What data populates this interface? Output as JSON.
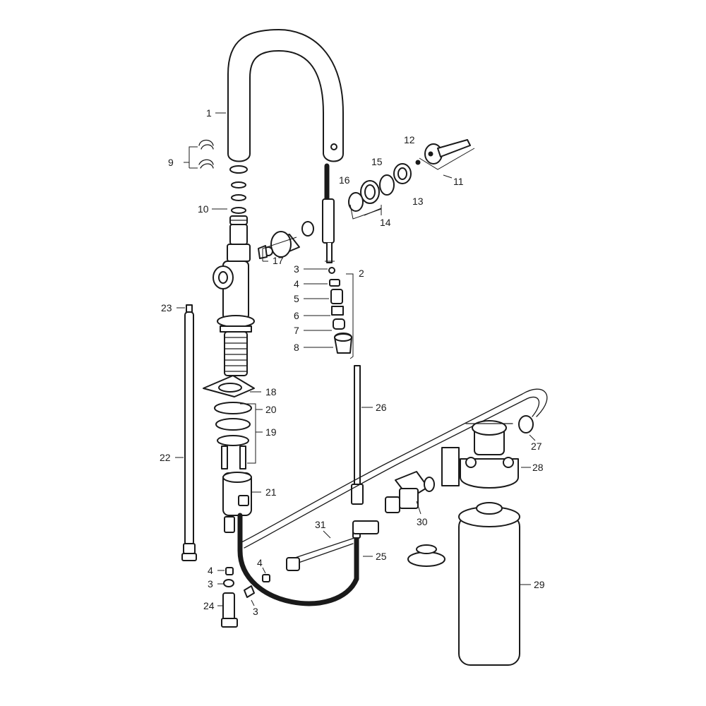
{
  "callouts": {
    "c1": "1",
    "c2": "2",
    "c3a": "3",
    "c4a": "4",
    "c5": "5",
    "c6": "6",
    "c7": "7",
    "c8": "8",
    "c9": "9",
    "c10": "10",
    "c11": "11",
    "c12": "12",
    "c13": "13",
    "c14": "14",
    "c15": "15",
    "c16": "16",
    "c17": "17",
    "c18": "18",
    "c19": "19",
    "c20": "20",
    "c21": "21",
    "c22": "22",
    "c23": "23",
    "c24": "24",
    "c25": "25",
    "c26": "26",
    "c27": "27",
    "c28": "28",
    "c29": "29",
    "c30": "30",
    "c31": "31",
    "c4b": "4",
    "c3b": "3",
    "c4c": "4",
    "c3c": "3"
  }
}
